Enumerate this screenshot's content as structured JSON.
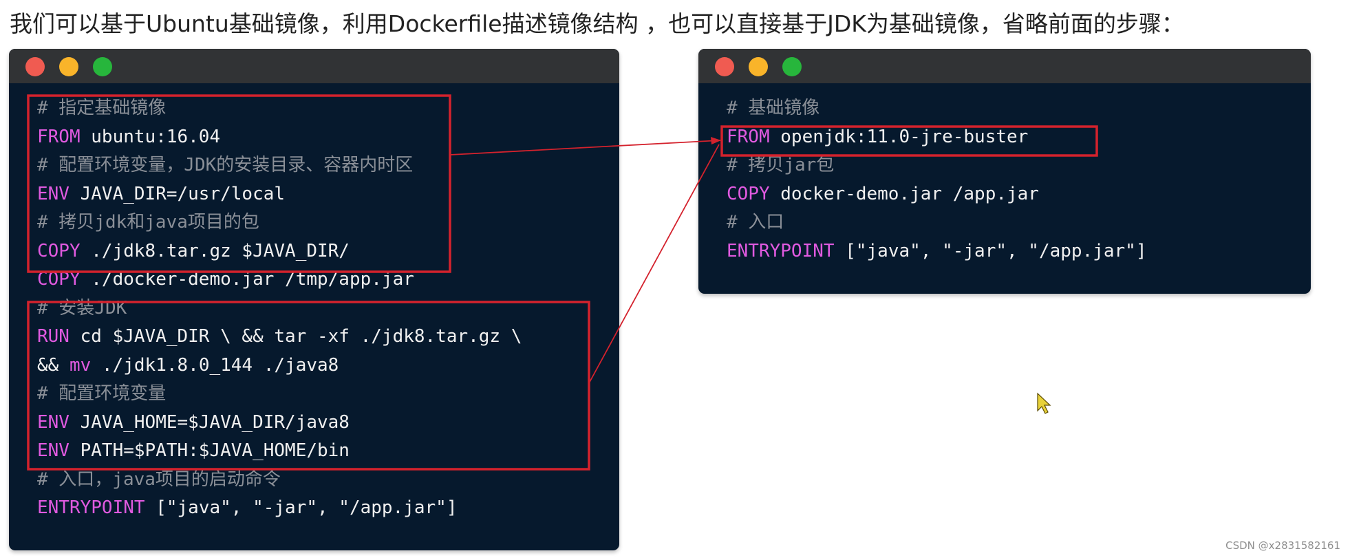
{
  "heading": "我们可以基于Ubuntu基础镜像，利用Dockerfile描述镜像结构 ，也可以直接基于JDK为基础镜像，省略前面的步骤：",
  "left_window": {
    "lines": [
      {
        "kw": "",
        "text": "",
        "comment": "# 指定基础镜像"
      },
      {
        "kw": "FROM",
        "text": " ubuntu:16.04",
        "comment": ""
      },
      {
        "kw": "",
        "text": "",
        "comment": "# 配置环境变量，JDK的安装目录、容器内时区"
      },
      {
        "kw": "ENV",
        "text": " JAVA_DIR=/usr/local",
        "comment": ""
      },
      {
        "kw": "",
        "text": "",
        "comment": "# 拷贝jdk和java项目的包"
      },
      {
        "kw": "COPY",
        "text": " ./jdk8.tar.gz $JAVA_DIR/",
        "comment": ""
      },
      {
        "kw": "COPY",
        "text": " ./docker-demo.jar /tmp/app.jar",
        "comment": ""
      },
      {
        "kw": "",
        "text": "",
        "comment": "# 安装JDK"
      },
      {
        "kw": "RUN",
        "text": " cd $JAVA_DIR \\ && tar -xf ./jdk8.tar.gz \\",
        "comment": ""
      },
      {
        "kw": "",
        "text": "&& ",
        "kw2": "mv",
        "text2": " ./jdk1.8.0_144 ./java8",
        "comment": ""
      },
      {
        "kw": "",
        "text": "",
        "comment": "# 配置环境变量"
      },
      {
        "kw": "ENV",
        "text": " JAVA_HOME=$JAVA_DIR/java8",
        "comment": ""
      },
      {
        "kw": "ENV",
        "text": " PATH=$PATH:$JAVA_HOME/bin",
        "comment": ""
      },
      {
        "kw": "",
        "text": "",
        "comment": "# 入口，java项目的启动命令"
      },
      {
        "kw": "ENTRYPOINT",
        "text": " [\"java\", \"-jar\", \"/app.jar\"]",
        "comment": ""
      }
    ]
  },
  "right_window": {
    "lines": [
      {
        "kw": "",
        "text": "",
        "comment": "# 基础镜像"
      },
      {
        "kw": "FROM",
        "text": " openjdk:11.0-jre-buster",
        "comment": ""
      },
      {
        "kw": "",
        "text": "",
        "comment": "# 拷贝jar包"
      },
      {
        "kw": "COPY",
        "text": " docker-demo.jar /app.jar",
        "comment": ""
      },
      {
        "kw": "",
        "text": "",
        "comment": "# 入口"
      },
      {
        "kw": "ENTRYPOINT",
        "text": " [\"java\", \"-jar\", \"/app.jar\"]",
        "comment": ""
      }
    ]
  },
  "watermark": "CSDN @x2831582161",
  "colors": {
    "keyword": "#e05ae0",
    "comment": "#8a8f97",
    "highlight_box": "#d4222d",
    "editor_bg": "#06192d"
  }
}
